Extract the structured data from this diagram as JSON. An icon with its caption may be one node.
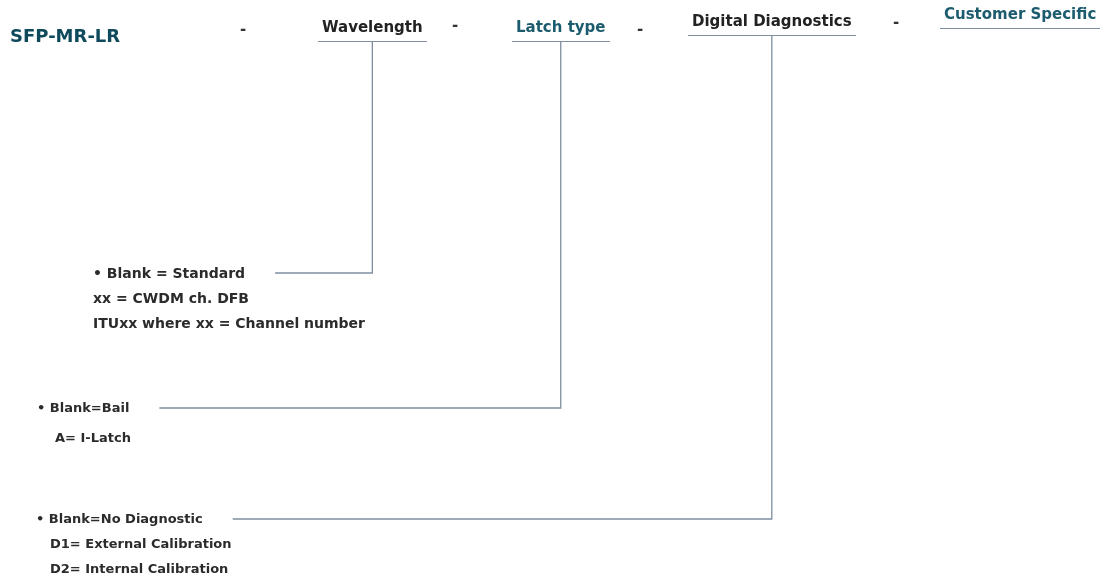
{
  "diagram": {
    "nodes": [
      {
        "text": [
          "Wavelength"
        ]
      },
      {
        "text": [
          "Latch type"
        ]
      },
      {
        "text": [
          "Digital Diagnostics"
        ]
      },
      {
        "text": [
          "• Blank = Standard"
        ],
        "beside": [
          "xx = CWDM ch. DFB",
          "ITUxx where xx = Channel number"
        ]
      },
      {
        "text": [
          "• Blank=Bail"
        ],
        "beside": [
          "A= I-Latch"
        ]
      },
      {
        "text": [
          "• Blank=No Diagnostic"
        ],
        "beside": [
          "D1= External Calibration",
          "D2= Internal Calibration"
        ]
      }
    ],
    "edges": [
      {
        "from": 0,
        "to": 3,
        "arrow": "none"
      },
      {
        "from": 1,
        "to": 4,
        "arrow": "none"
      },
      {
        "from": 2,
        "to": 5,
        "arrow": "none"
      }
    ],
    "labels": [
      "SFP-MR-LR",
      "-",
      "-",
      "-",
      "-",
      "Customer Specific"
    ]
  }
}
